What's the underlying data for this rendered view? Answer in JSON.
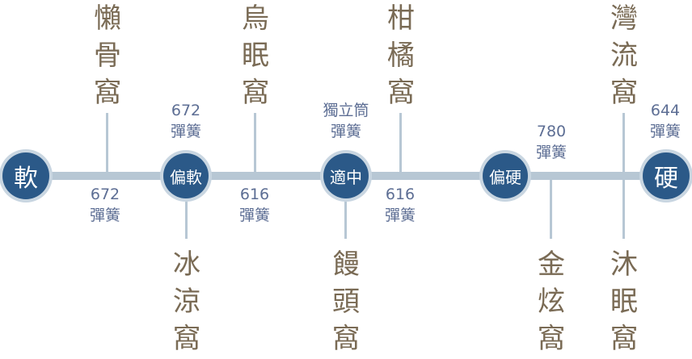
{
  "nodes": [
    {
      "key": "n1",
      "label": "軟"
    },
    {
      "key": "n2",
      "label": "偏軟"
    },
    {
      "key": "n3",
      "label": "適中"
    },
    {
      "key": "n4",
      "label": "偏硬"
    },
    {
      "key": "n5",
      "label": "硬"
    }
  ],
  "products": {
    "top": [
      {
        "name": "懶骨窩"
      },
      {
        "name": "烏眠窩"
      },
      {
        "name": "柑橘窩"
      },
      {
        "name": "灣流窩"
      }
    ],
    "bottom": [
      {
        "name": "冰涼窩"
      },
      {
        "name": "饅頭窩"
      },
      {
        "name": "金炫窩"
      },
      {
        "name": "沐眠窩"
      }
    ]
  },
  "springs": [
    {
      "line1": "672",
      "line2": "彈簧"
    },
    {
      "line1": "672",
      "line2": "彈簧"
    },
    {
      "line1": "616",
      "line2": "彈簧"
    },
    {
      "line1": "獨立筒",
      "line2": "彈簧"
    },
    {
      "line1": "616",
      "line2": "彈簧"
    },
    {
      "line1": "780",
      "line2": "彈簧"
    },
    {
      "line1": "644",
      "line2": "彈簧"
    }
  ],
  "colors": {
    "node_fill": "#2b5988",
    "node_ring": "#c9d6e1",
    "connector": "#b7c7d4",
    "product_text": "#7a6b55",
    "spring_text": "#5d6e94"
  }
}
